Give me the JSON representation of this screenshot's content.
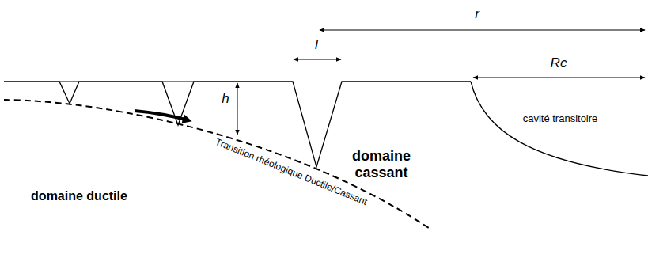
{
  "diagram": {
    "labels": [
      "r",
      "Rc",
      "l",
      "h",
      "cavité transitoire",
      "domaine cassant",
      "domaine ductile",
      "Transition rhéologique Ductile/Cassant"
    ]
  }
}
